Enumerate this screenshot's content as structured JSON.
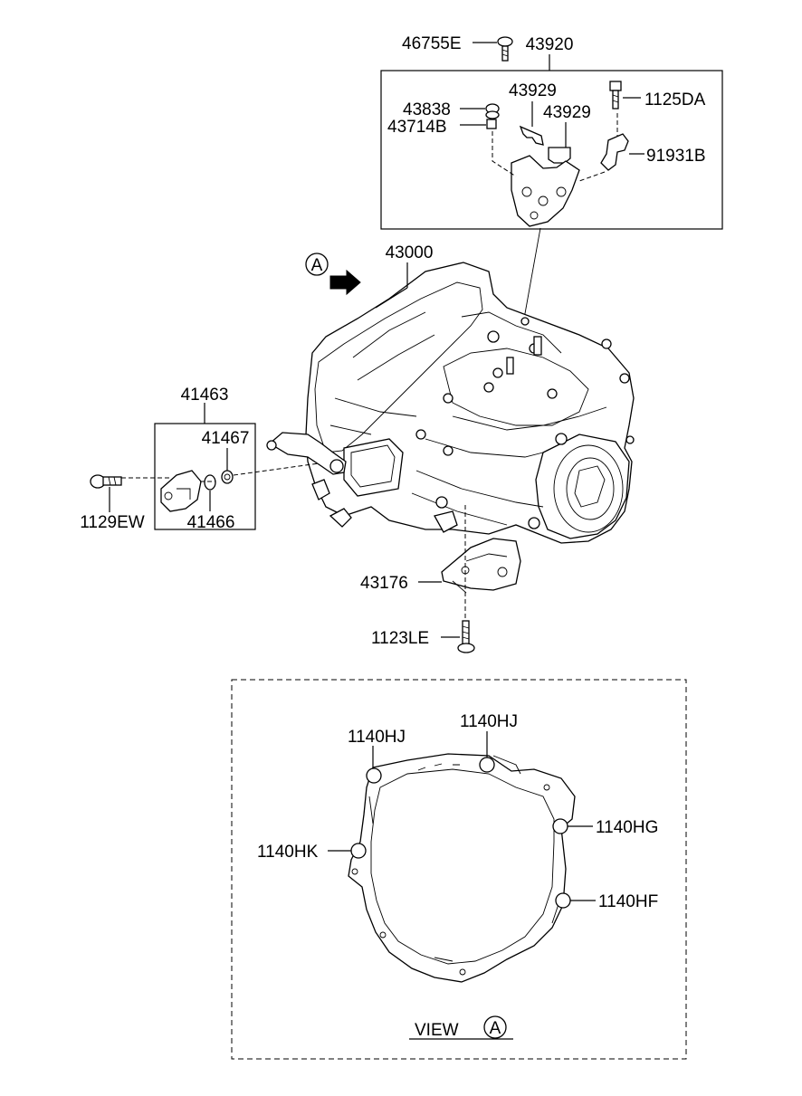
{
  "labels": {
    "p46755E": "46755E",
    "p43920": "43920",
    "p43838": "43838",
    "p43714B": "43714B",
    "p43929a": "43929",
    "p43929b": "43929",
    "p1125DA": "1125DA",
    "p91931B": "91931B",
    "pA_top": "A",
    "p43000": "43000",
    "p41463": "41463",
    "p41467": "41467",
    "p1129EW": "1129EW",
    "p41466": "41466",
    "p43176": "43176",
    "p1123LE": "1123LE",
    "p1140HJ_a": "1140HJ",
    "p1140HJ_b": "1140HJ",
    "p1140HG": "1140HG",
    "p1140HK": "1140HK",
    "p1140HF": "1140HF",
    "view_text": "VIEW",
    "view_letter": "A"
  }
}
